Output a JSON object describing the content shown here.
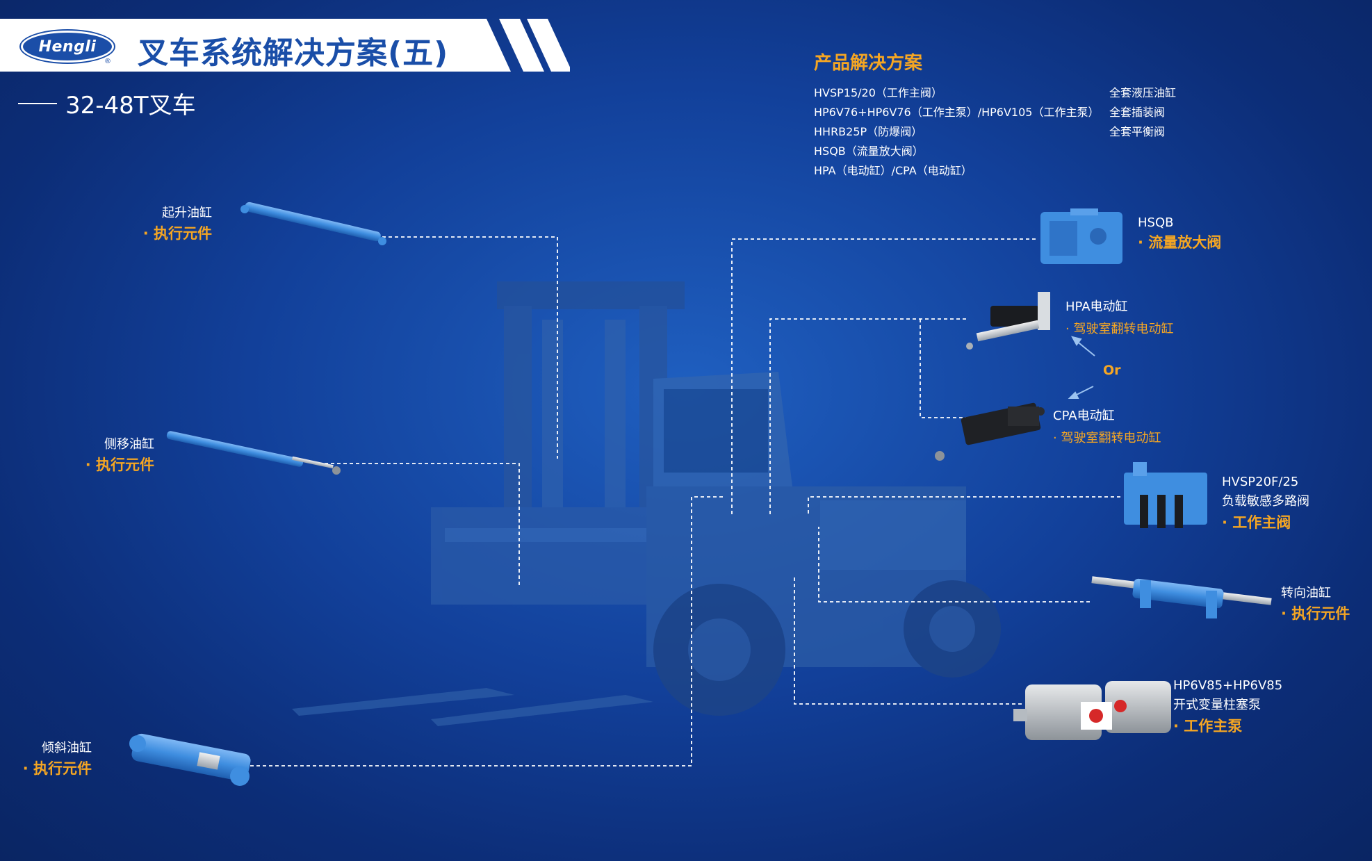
{
  "header": {
    "logo_text": "Hengli",
    "logo_reg": "®",
    "title": "叉车系统解决方案(五)",
    "subtitle": "32-48T叉车"
  },
  "solutions": {
    "title": "产品解决方案",
    "left": [
      "HVSP15/20（工作主阀）",
      "HP6V76+HP6V76（工作主泵）/HP6V105（工作主泵）",
      "HHRB25P（防爆阀）",
      "HSQB（流量放大阀）",
      "HPA（电动缸）/CPA（电动缸）"
    ],
    "right": [
      "全套液压油缸",
      "全套插装阀",
      "全套平衡阀"
    ]
  },
  "components": {
    "lift_cyl": {
      "name": "起升油缸",
      "role": "· 执行元件"
    },
    "side_cyl": {
      "name": "侧移油缸",
      "role": "· 执行元件"
    },
    "tilt_cyl": {
      "name": "倾斜油缸",
      "role": "· 执行元件"
    },
    "hsqb": {
      "name": "HSQB",
      "role": "· 流量放大阀"
    },
    "hpa": {
      "name": "HPA电动缸",
      "role": "· 驾驶室翻转电动缸"
    },
    "or_text": "Or",
    "cpa": {
      "name": "CPA电动缸",
      "role": "· 驾驶室翻转电动缸"
    },
    "hvsp": {
      "name": "HVSP20F/25",
      "desc": "负载敏感多路阀",
      "role": "· 工作主阀"
    },
    "steer_cyl": {
      "name": "转向油缸",
      "role": "· 执行元件"
    },
    "pump": {
      "name": "HP6V85+HP6V85",
      "desc": "开式变量柱塞泵",
      "role": "· 工作主泵"
    }
  },
  "colors": {
    "accent": "#f5a623",
    "brand_blue": "#1a4ea8",
    "cylinder_blue": "#3f8ee0"
  }
}
